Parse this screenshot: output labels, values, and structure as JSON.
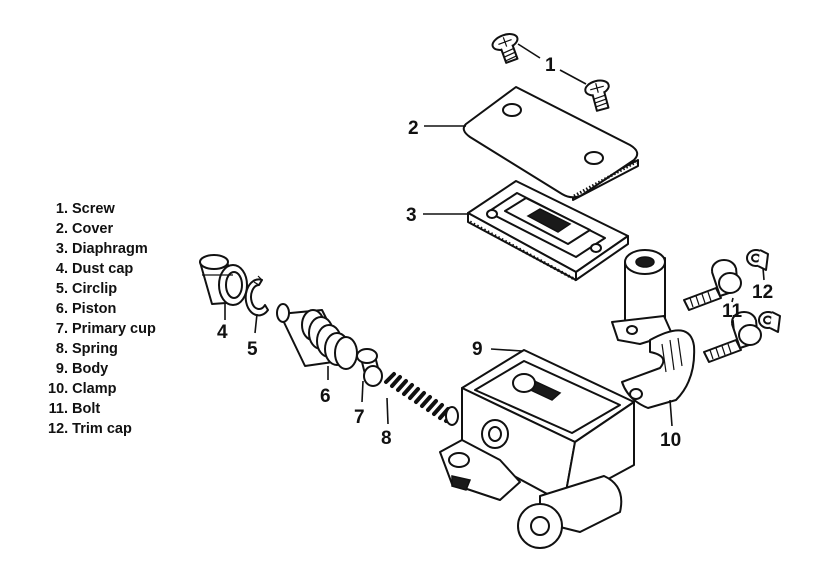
{
  "legend": [
    {
      "num": "1.",
      "label": "Screw"
    },
    {
      "num": "2.",
      "label": "Cover"
    },
    {
      "num": "3.",
      "label": "Diaphragm"
    },
    {
      "num": "4.",
      "label": "Dust cap"
    },
    {
      "num": "5.",
      "label": "Circlip"
    },
    {
      "num": "6.",
      "label": "Piston"
    },
    {
      "num": "7.",
      "label": "Primary cup"
    },
    {
      "num": "8.",
      "label": "Spring"
    },
    {
      "num": "9.",
      "label": "Body"
    },
    {
      "num": "10.",
      "label": "Clamp"
    },
    {
      "num": "11.",
      "label": "Bolt"
    },
    {
      "num": "12.",
      "label": "Trim cap"
    }
  ],
  "callouts": {
    "c1": "1",
    "c2": "2",
    "c3": "3",
    "c4": "4",
    "c5": "5",
    "c6": "6",
    "c7": "7",
    "c8": "8",
    "c9": "9",
    "c10": "10",
    "c11": "11",
    "c12": "12"
  }
}
